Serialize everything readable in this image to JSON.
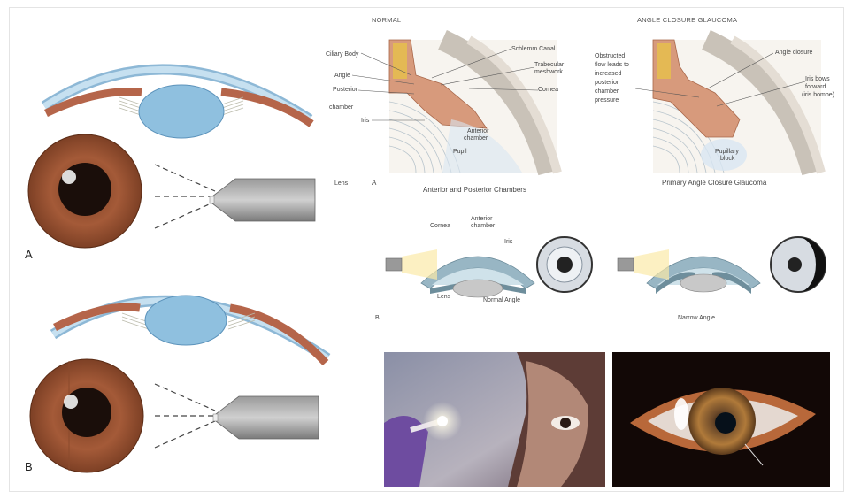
{
  "panel_left": {
    "letter_a": "A",
    "letter_b": "B"
  },
  "panel_top_right": {
    "title_normal": "NORMAL",
    "title_glaucoma": "ANGLE CLOSURE GLAUCOMA",
    "normal_labels": {
      "ciliary_body": "Ciliary Body",
      "angle": "Angle",
      "posterior": "Posterior",
      "chamber": "chamber",
      "iris": "Iris",
      "schlemm": "Schlemm Canal",
      "trabecular_1": "Trabecular",
      "trabecular_2": "meshwork",
      "cornea": "Cornea",
      "anterior_1": "Anterior",
      "anterior_2": "chamber",
      "pupil": "Pupil",
      "lens": "Lens"
    },
    "glaucoma_labels": {
      "obstructed_1": "Obstructed",
      "obstructed_2": "flow leads to",
      "obstructed_3": "increased",
      "obstructed_4": "posterior",
      "obstructed_5": "chamber",
      "obstructed_6": "pressure",
      "angle_closure": "Angle closure",
      "iris_bows_1": "Iris bows",
      "iris_bows_2": "forward",
      "iris_bows_3": "(iris bombe)",
      "pupillary_1": "Pupillary",
      "pupillary_2": "block"
    },
    "letter": "A",
    "caption_left": "Anterior and Posterior Chambers",
    "caption_right": "Primary Angle Closure Glaucoma"
  },
  "panel_mid_right": {
    "cornea": "Cornea",
    "anterior_1": "Anterior",
    "anterior_2": "chamber",
    "iris": "Iris",
    "lens": "Lens",
    "normal_angle": "Normal Angle",
    "narrow_angle": "Narrow Angle",
    "letter": "B"
  },
  "colors": {
    "cornea_blue": "#bcd8ea",
    "lens_blue": "#8fc0df",
    "iris_brown": "#9a5b3a",
    "tissue_red": "#c98a6e"
  }
}
